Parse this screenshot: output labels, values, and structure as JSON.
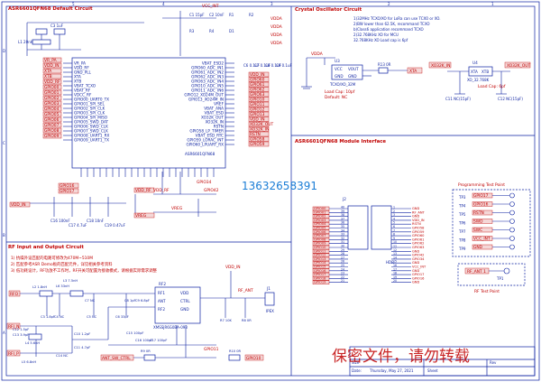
{
  "sheet": {
    "col_markers": [
      "5",
      "4",
      "3",
      "2",
      "1"
    ],
    "row_markers": [
      "D",
      "C",
      "B",
      "A"
    ],
    "border_color": "#0a1fa0",
    "text_red": "#c00000"
  },
  "default_circuit": {
    "title": "ASR6601QFN68 Default Circuit",
    "chip_label": "ASR6601QFN68",
    "left_pins": [
      "VR_PA",
      "VDD_RF",
      "GND_PLL",
      "XTA",
      "XTB",
      "VBAT_TCXO",
      "VBAT_RF",
      "VDCC_RF",
      "GPIO00_UART0_TX",
      "GPIO01_SPI_SEL",
      "GPIO02_SPI_CLK",
      "GPIO03_SPI_CLK",
      "GPIO04_SPI_MISO",
      "GPIO05_SWD_DAT",
      "GPIO06_SWD_CLK",
      "GPIO07_SWD_CLK",
      "GPIO08_UART1_RX",
      "GPIO09_UART1_TX"
    ],
    "right_pins": [
      "VBAT_ESD2",
      "GPIO60_ADC_IN1",
      "GPIO61_ADC_IN2",
      "GPIO62_ADC_IN3",
      "GPIO63_ADC_IN4",
      "GPIO10_ADC_IN5",
      "GPIO11_ADC_IN6",
      "GPIO12_XO24M_OUT",
      "GPIO13_XO24M_IN",
      "VREF",
      "VBAT_ANA",
      "VBAT_ESD",
      "XO32K_OUT",
      "XO32K_IN",
      "RSTN",
      "GPIO58_LP_TIMER",
      "VBAT_ESD_RTC",
      "GPIO59_LORAC_INT",
      "GPIO60_LPUART_RX"
    ],
    "left_nets": [
      "VR_PA",
      "VDD_IN",
      "XTA",
      "XTB",
      "VDD_RF",
      "GPIO00",
      "GPIO01",
      "GPIO02",
      "GPIO03",
      "GPIO04",
      "GPIO05",
      "GPIO06",
      "GPIO07",
      "GPIO08",
      "GPIO09"
    ],
    "right_nets": [
      "VDD_IN",
      "GPIO60",
      "GPIO61",
      "GPIO62",
      "GPIO63",
      "GPIO10",
      "GPIO11",
      "GPIO12",
      "GPIO13",
      "VDD_IN",
      "XO32K_OUT",
      "XO32K_IN",
      "RSTN",
      "GPIO58",
      "GPIO59"
    ],
    "top_parts": [
      "C1 15pF",
      "C2 10nF",
      "R1",
      "R2",
      "R3",
      "R4",
      "D1"
    ],
    "top_nets": [
      "VCC_INT",
      "VDDA",
      "VDDA",
      "VDDA",
      "VDDA"
    ],
    "bottom_nets": [
      "GPIO16",
      "GPIO17",
      "VDD_IN",
      "VDD_RF",
      "VREG"
    ],
    "bottom_caps": [
      "C16 100nF",
      "C17 4.7uF",
      "C18 10nF",
      "C19 0.47uF"
    ],
    "bottom_labels": [
      "VREG",
      "VDD_RF",
      "GPIO34",
      "GPIO42"
    ],
    "right_caps": [
      "C6 0.1uF",
      "C7 0.1uF",
      "C8 0.1uF",
      "C9 0.1uF"
    ],
    "inductor": "L1 20nH",
    "cap_small": "C3 1uF"
  },
  "crystal": {
    "title": "Crystal Oscillator Circuit",
    "notes": [
      "1)32MHz TCXO/XO for LoRa can use TCXO or XO.",
      "2)BW lower than 62.5K, recommand TCXO",
      "b)Class6 application recommand TCXO",
      "2)32.768KHz XO for MCU",
      "32.768KHz XO Load cap is 6pf"
    ],
    "u3_pins": [
      "VCC",
      "VOUT",
      "GND",
      "GND"
    ],
    "u3_part": "TCXO/XO_32M",
    "u3_label": "U3",
    "load_cap": "Load Cap: 10pf",
    "default": "Default: NC",
    "r_label": "R13 0R",
    "xta_net": "XTA",
    "vdd_net": "VDDA",
    "u4_label": "U4",
    "u4_pins": [
      "XTA",
      "XTB"
    ],
    "u4_part": "XO_32.768K",
    "xo_in": "XO32K_IN",
    "xo_out": "XO32K_OUT",
    "u4_cap": "Load Cap: 6pf",
    "cap_left": "C11 NC(15pF)",
    "cap_right": "C12 NC(15pF)"
  },
  "module": {
    "title": "ASR6601QFN68 Module Interface",
    "phone": "13632658391",
    "header_label": "J2",
    "header_part": "HDR",
    "left_nets": [
      "GPIO00",
      "GPIO01",
      "GPIO02",
      "GPIO03",
      "GPIO04",
      "GPIO05",
      "GPIO06",
      "GPIO07",
      "GPIO08",
      "GPIO09",
      "GPIO10",
      "GPIO11",
      "GPIO12",
      "GPIO13",
      "GPIO14",
      "GPIO15",
      "GPIO16",
      "GPIO17",
      "GPIO18",
      "GPIO19"
    ],
    "right_nets": [
      "GND",
      "RF_ANT",
      "GND",
      "VDD_IN",
      "RSTN",
      "GPIO58",
      "GPIO59",
      "GPIO60",
      "GPIO61",
      "GPIO62",
      "GPIO63",
      "GND",
      "GPIO42",
      "GPIO34",
      "GND",
      "VCC_INT",
      "GND",
      "GPIO17",
      "GPIO16",
      "GND"
    ],
    "left_pin_nums": [
      "40",
      "39",
      "38",
      "37",
      "36",
      "35",
      "34",
      "33",
      "32",
      "31",
      "30",
      "29",
      "28",
      "27",
      "26",
      "25",
      "24",
      "23",
      "22",
      "21"
    ],
    "right_pin_nums": [
      "1",
      "2",
      "3",
      "4",
      "5",
      "6",
      "7",
      "8",
      "9",
      "10",
      "11",
      "12",
      "13",
      "14",
      "15",
      "16",
      "17",
      "18",
      "19",
      "20"
    ]
  },
  "test_points": {
    "title": "Programming Test Point",
    "items": [
      {
        "tp": "TP3",
        "net": "GPIO17"
      },
      {
        "tp": "TP4",
        "net": "GPIO16"
      },
      {
        "tp": "TP5",
        "net": "RSTN"
      },
      {
        "tp": "TP6",
        "net": "SWD"
      },
      {
        "tp": "TP7",
        "net": "SWC"
      },
      {
        "tp": "TP8",
        "net": "VCC_INT"
      },
      {
        "tp": "TP9",
        "net": "GND"
      }
    ],
    "rf_title": "RF Test Point",
    "rf_net": "RF_ANT 1",
    "rf_tp": "TP1"
  },
  "rf": {
    "title": "RF Input and Output Circuit",
    "notes": [
      "1) 抗噪外设匹配的电路可修改为470M~510M",
      "2) 匹配参考ASR Demo板的匹配元件，详见相关参考资料",
      "3) 低功耗设计，RF功放不工作时，RF开关可配置为接收模式，请根据实际需求调整"
    ],
    "rfo": "RFO",
    "rfi_n": "RFI_N",
    "rfi_p": "RFI_P",
    "rf_ant": "RF_ANT",
    "ant_sw_ctrl": "ANT_SW_CTRL",
    "parts": [
      "L2 1.8nH",
      "L3 7.5nH",
      "L4 5.6nH",
      "L5 6.8nH",
      "L6 33nH",
      "C3 1.8pF",
      "C4 NC",
      "C5 NC",
      "C6 33pF",
      "C7 NC",
      "C8 1pF",
      "C9 6.8pF",
      "C10 1.2pF",
      "C11 4.7pF",
      "C12 1.5pF",
      "C13 3.9pF",
      "C14 NC",
      "C15 100pF",
      "C16 100pF",
      "C17 100pF",
      "R7 10K",
      "R8 0R",
      "R9 0R",
      "R10 0R"
    ],
    "switch_label": "RF2",
    "switch_part": "XMSSJR6G0BA-093",
    "switch_pins": [
      "RF1",
      "ANT",
      "RF2",
      "VDD",
      "CTRL",
      "GND"
    ],
    "connector": "J1",
    "connector_part": "IPEX",
    "gpio": "GPIO10",
    "sw_net": "GPIO11",
    "vdd_net": "VDD_IN"
  },
  "title_block": {
    "watermark": "保密文件，请勿转载",
    "date_label": "Date:",
    "date_value": "Thursday, May 27, 2021",
    "sheet_label": "Sheet",
    "size_label": "Size",
    "rev_label": "Rev"
  }
}
